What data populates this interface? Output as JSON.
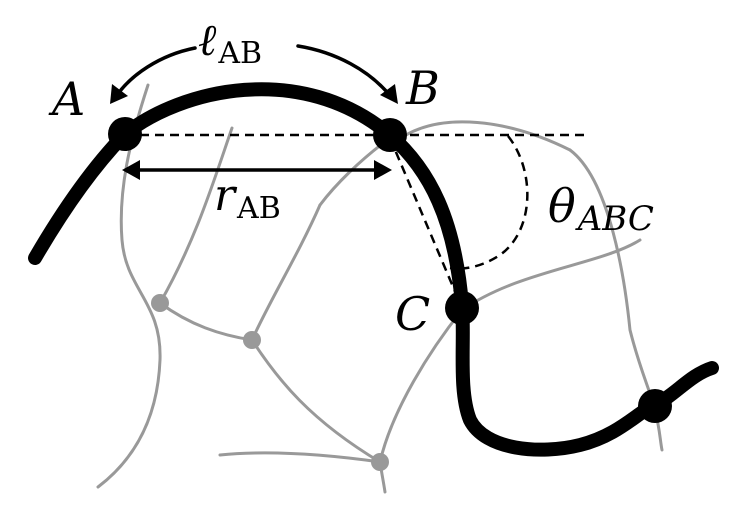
{
  "points": {
    "A": "A",
    "B": "B",
    "C": "C"
  },
  "arc_length": {
    "symbol": "ℓ",
    "subscript": "AB"
  },
  "chord_distance": {
    "symbol": "r",
    "subscript": "AB"
  },
  "angle": {
    "symbol": "θ",
    "subscript": "ABC"
  },
  "colors": {
    "main_curve": "#000000",
    "network_lines": "#999999",
    "network_nodes": "#999999",
    "background": "#ffffff"
  }
}
